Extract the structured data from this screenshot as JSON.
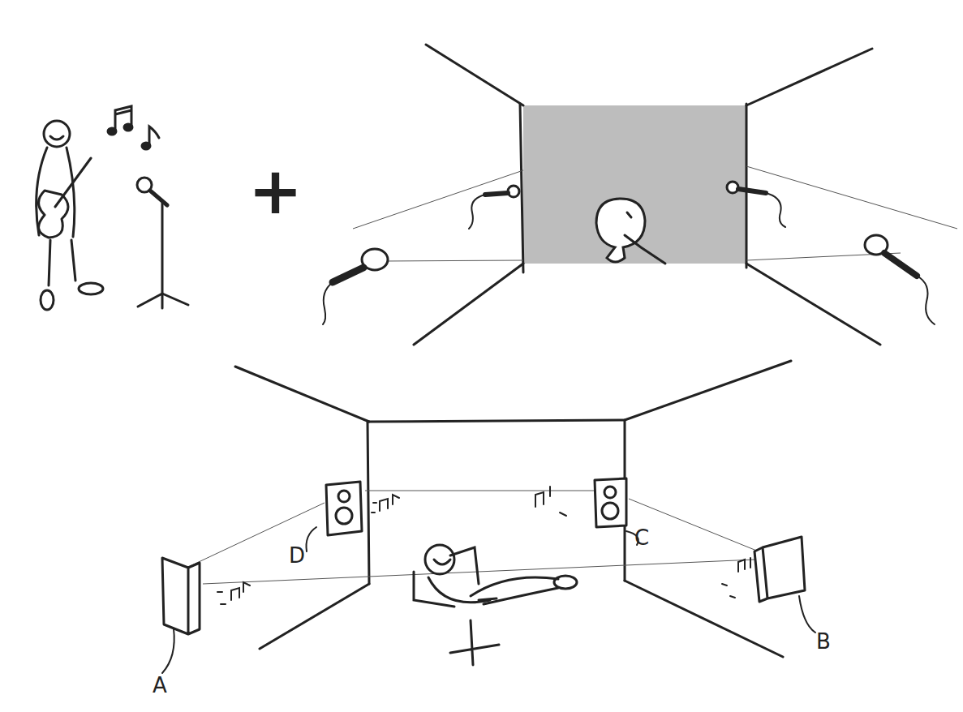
{
  "diagram": {
    "labels": [
      "+",
      "D",
      "C",
      "A",
      "B"
    ]
  }
}
